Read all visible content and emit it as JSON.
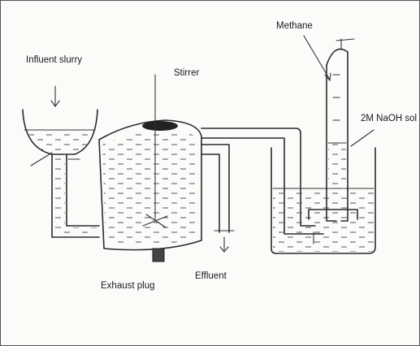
{
  "labels": {
    "influent": "Influent slurry",
    "stirrer": "Stirrer",
    "methane": "Methane",
    "naoh": "2M NaOH sol",
    "exhaust": "Exhaust plug",
    "effluent": "Effluent"
  }
}
